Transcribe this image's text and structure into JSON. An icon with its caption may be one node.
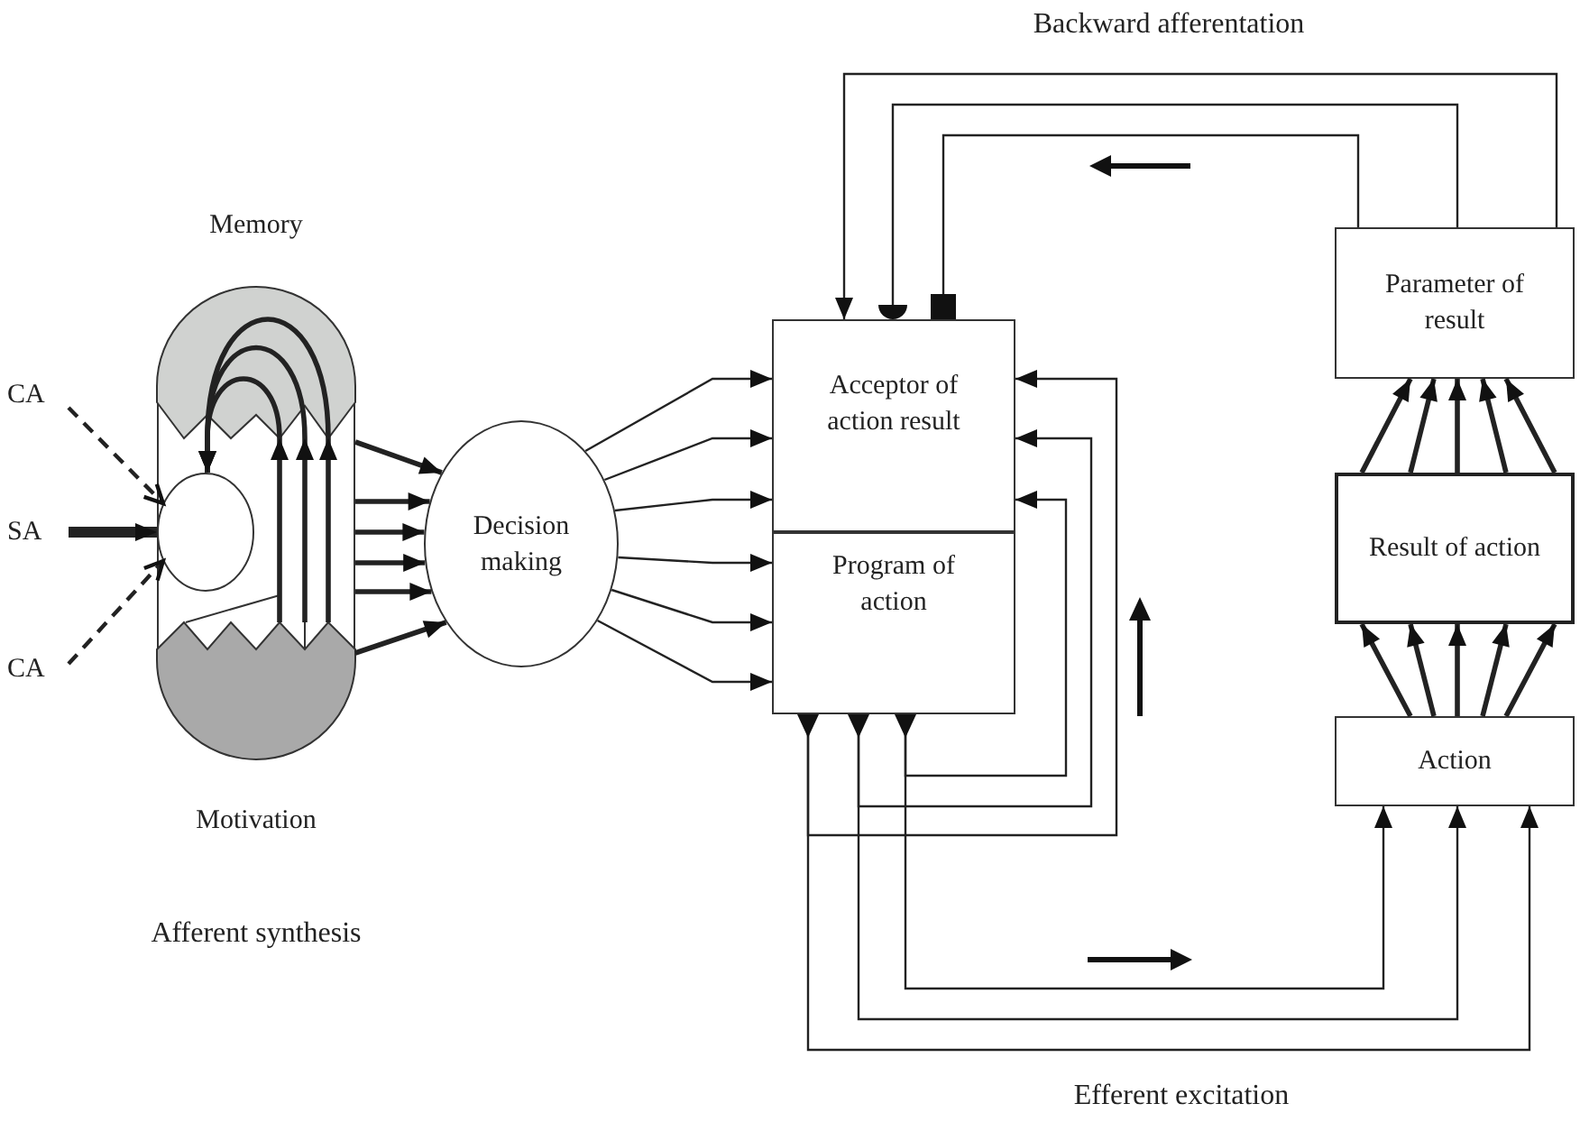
{
  "diagram": {
    "nodes": [
      {
        "text": [],
        "shape": "capsule"
      },
      {
        "text": [
          "Memory"
        ],
        "in": 0
      },
      {
        "text": [
          "Motivation"
        ],
        "in": 0
      },
      {
        "text": [],
        "shape": "circle",
        "in": 0
      },
      {
        "text": [
          "CA"
        ]
      },
      {
        "text": [
          "SA"
        ]
      },
      {
        "text": [
          "CA"
        ]
      },
      {
        "text": [
          "Decision making"
        ]
      },
      {
        "text": [
          "Acceptor of action result"
        ]
      },
      {
        "text": [
          "Program of action"
        ]
      },
      {
        "text": [
          "Parameter of result"
        ]
      },
      {
        "text": [
          "Result of action"
        ]
      },
      {
        "text": [
          "Action"
        ]
      }
    ],
    "edges": [
      {
        "from": 4,
        "to": 3,
        "arrow": "to",
        "style": "dashed"
      },
      {
        "from": 5,
        "to": 3,
        "arrow": "to",
        "style": "thick"
      },
      {
        "from": 6,
        "to": 3,
        "arrow": "to",
        "style": "dashed"
      },
      {
        "from": 1,
        "to": 3,
        "arrow": "to"
      },
      {
        "from": 1,
        "to": 3,
        "arrow": "to"
      },
      {
        "from": 1,
        "to": 3,
        "arrow": "to"
      },
      {
        "from": 2,
        "to": 1,
        "arrow": "to"
      },
      {
        "from": 2,
        "to": 1,
        "arrow": "to"
      },
      {
        "from": 2,
        "to": 1,
        "arrow": "to"
      },
      {
        "from": 0,
        "to": 7,
        "arrow": "to"
      },
      {
        "from": 0,
        "to": 7,
        "arrow": "to"
      },
      {
        "from": 0,
        "to": 7,
        "arrow": "to"
      },
      {
        "from": 0,
        "to": 7,
        "arrow": "to"
      },
      {
        "from": 0,
        "to": 7,
        "arrow": "to"
      },
      {
        "from": 0,
        "to": 7,
        "arrow": "to"
      },
      {
        "from": 7,
        "to": 8,
        "arrow": "to"
      },
      {
        "from": 7,
        "to": 8,
        "arrow": "to"
      },
      {
        "from": 7,
        "to": 8,
        "arrow": "to"
      },
      {
        "from": 7,
        "to": 9,
        "arrow": "to"
      },
      {
        "from": 7,
        "to": 9,
        "arrow": "to"
      },
      {
        "from": 7,
        "to": 9,
        "arrow": "to"
      },
      {
        "from": 10,
        "to": 8,
        "arrow": "to"
      },
      {
        "from": 10,
        "to": 8,
        "arrow": "other"
      },
      {
        "from": 10,
        "to": 8,
        "arrow": "other"
      },
      {
        "from": 9,
        "to": 8,
        "arrow": "to"
      },
      {
        "from": 9,
        "to": 8,
        "arrow": "to"
      },
      {
        "from": 9,
        "to": 8,
        "arrow": "to"
      },
      {
        "from": 9,
        "to": 12,
        "arrow": "to"
      },
      {
        "from": 9,
        "to": 12,
        "arrow": "to"
      },
      {
        "from": 9,
        "to": 12,
        "arrow": "to"
      },
      {
        "from": 12,
        "to": 11,
        "arrow": "to"
      },
      {
        "from": 12,
        "to": 11,
        "arrow": "to"
      },
      {
        "from": 12,
        "to": 11,
        "arrow": "to"
      },
      {
        "from": 12,
        "to": 11,
        "arrow": "to"
      },
      {
        "from": 12,
        "to": 11,
        "arrow": "to"
      },
      {
        "from": 11,
        "to": 10,
        "arrow": "to"
      },
      {
        "from": 11,
        "to": 10,
        "arrow": "to"
      },
      {
        "from": 11,
        "to": 10,
        "arrow": "to"
      },
      {
        "from": 11,
        "to": 10,
        "arrow": "to"
      },
      {
        "from": 11,
        "to": 10,
        "arrow": "to"
      }
    ],
    "labels": [
      "Backward afferentation",
      "Afferent synthesis",
      "Efferent excitation"
    ]
  }
}
